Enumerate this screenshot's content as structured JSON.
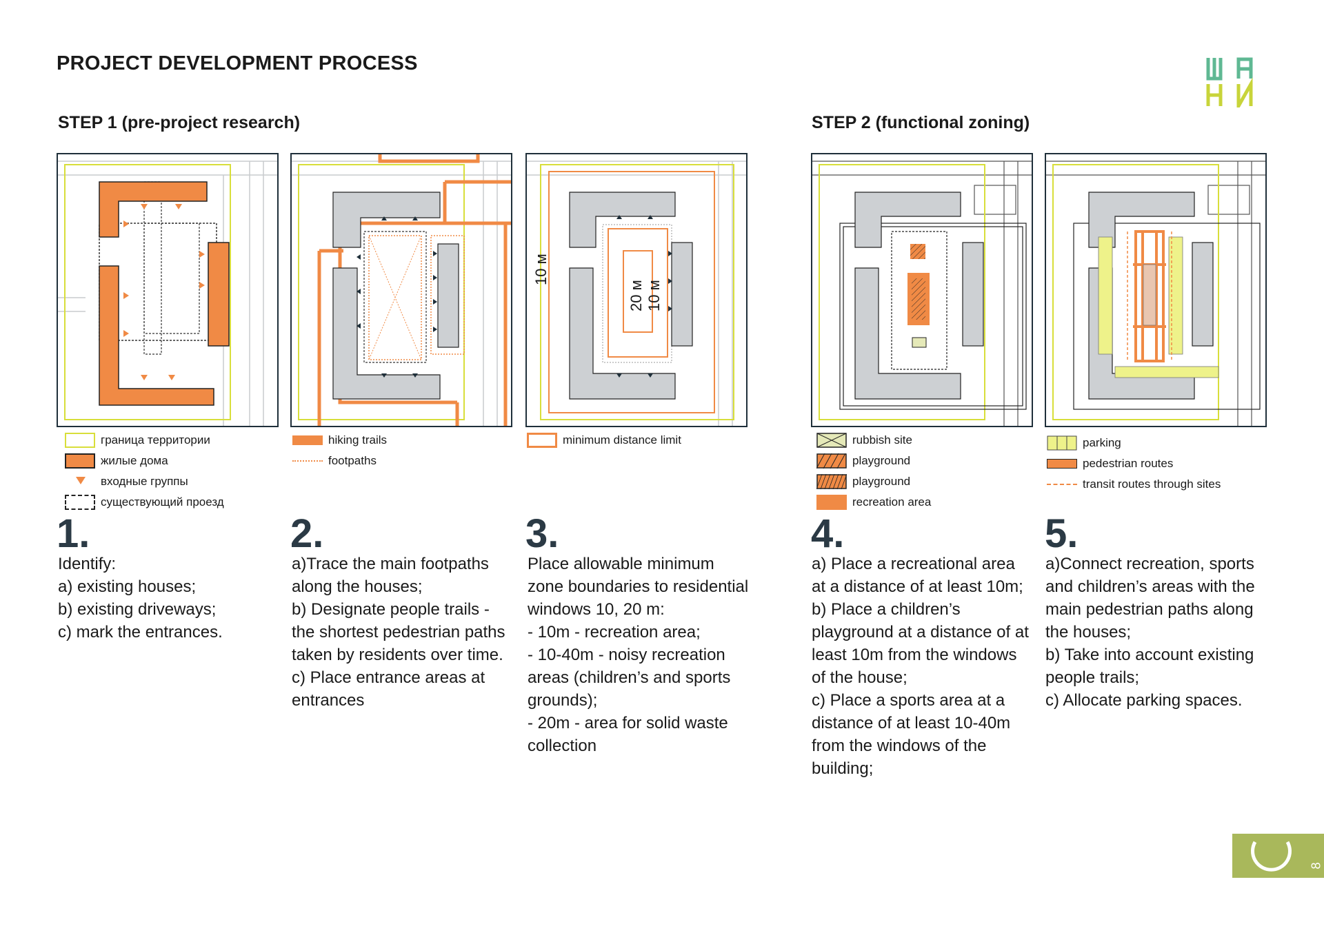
{
  "page_title": "PROJECT DEVELOPMENT PROCESS",
  "step1_title": "STEP 1 (pre-project research)",
  "step2_title": "STEP 2 (functional zoning)",
  "logo_letters": [
    "Ш",
    "А",
    "Н",
    "И"
  ],
  "page_number": "8",
  "colors": {
    "orange": "#f08a45",
    "yellow_border": "#d8de3a",
    "gray_building": "#cdd0d3",
    "dark": "#1f2f3a",
    "logo_green": "#5fb893",
    "logo_yellow": "#c8d43a",
    "badge_green": "#a9b85b"
  },
  "panel_labels": {
    "p3_vertical_left": "10 м",
    "p3_vertical_center_1": "20 м",
    "p3_vertical_center_2": "10 м"
  },
  "legends": {
    "l1": [
      "граница территории",
      "жилые дома",
      "входные группы",
      "существующий проезд"
    ],
    "l2": [
      "hiking trails",
      "footpaths"
    ],
    "l3": [
      "minimum distance limit"
    ],
    "l4": [
      "rubbish site",
      "playground",
      "playground",
      "recreation area"
    ],
    "l5": [
      "parking",
      "pedestrian routes",
      "transit routes through sites"
    ]
  },
  "steps": [
    {
      "number": "1.",
      "lines": [
        "Identify:",
        "a) existing houses;",
        "b) existing driveways;",
        "c) mark the entrances."
      ]
    },
    {
      "number": "2.",
      "lines": [
        "a)Trace the main footpaths",
        "along the houses;",
        "b) Designate people trails -",
        "the shortest pedestrian paths",
        "taken by residents over time.",
        "c) Place entrance areas at",
        "entrances"
      ]
    },
    {
      "number": "3.",
      "lines": [
        "Place allowable minimum",
        "zone boundaries to residential",
        "windows 10, 20 m:",
        "- 10m - recreation area;",
        "- 10-40m - noisy recreation",
        "areas (children’s and sports",
        "grounds);",
        "- 20m - area for solid waste",
        "collection"
      ]
    },
    {
      "number": "4.",
      "lines": [
        "a) Place a recreational area",
        "at a distance of at least 10m;",
        "b) Place a children’s",
        "playground at a distance of at",
        "least 10m from the windows",
        "of the house;",
        "c) Place a sports area at a",
        "distance of at least 10-40m",
        "from the windows of the",
        "building;"
      ]
    },
    {
      "number": "5.",
      "lines": [
        "a)Connect recreation, sports",
        "and children’s areas with the",
        "main pedestrian paths along",
        "the houses;",
        "b) Take into account existing",
        "people trails;",
        "c) Allocate parking spaces."
      ]
    }
  ]
}
